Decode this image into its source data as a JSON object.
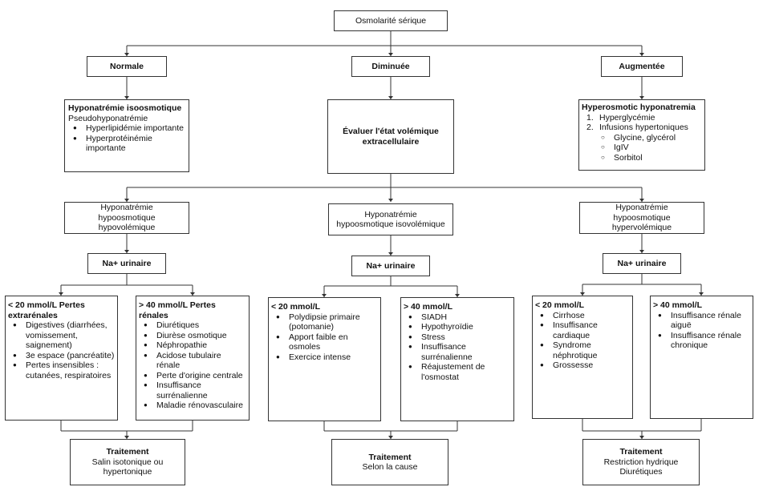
{
  "root": {
    "label": "Osmolarité sérique"
  },
  "level1": [
    {
      "label": "Normale"
    },
    {
      "label": "Diminuée"
    },
    {
      "label": "Augmentée"
    }
  ],
  "iso": {
    "title": "Hyponatrémie isoosmotique",
    "subtitle": "Pseudohyponatrémie",
    "items": [
      "Hyperlipidémie importante",
      "Hyperprotéinémie importante"
    ]
  },
  "evaluate": {
    "label": "Évaluer l'état volémique extracellulaire"
  },
  "hyper": {
    "title": "Hyperosmotic hyponatremia",
    "items": [
      {
        "num": "1.",
        "label": "Hyperglycémie"
      },
      {
        "num": "2.",
        "label": "Infusions hypertoniques"
      }
    ],
    "subitems": [
      "Glycine, glycérol",
      "IgIV",
      "Sorbitol"
    ]
  },
  "branches": [
    {
      "title": "Hyponatrémie hypoosmotique hypovolémique",
      "urine": "Na+ urinaire",
      "low": {
        "title": "< 20 mmol/L Pertes extrarénales",
        "items": [
          "Digestives (diarrhées, vomissement, saignement)",
          "3e espace (pancréatite)",
          "Pertes insensibles : cutanées, respiratoires"
        ]
      },
      "high": {
        "title": "> 40 mmol/L Pertes rénales",
        "items": [
          "Diurétiques",
          "Diurèse osmotique",
          "Néphropathie",
          "Acidose tubulaire rénale",
          "Perte d'origine centrale",
          "Insuffisance surrénalienne",
          "Maladie rénovasculaire"
        ]
      },
      "treatment": {
        "title": "Traitement",
        "lines": [
          "Salin isotonique ou hypertonique"
        ]
      }
    },
    {
      "title": "Hyponatrémie hypoosmotique isovolémique",
      "urine": "Na+ urinaire",
      "low": {
        "title": "< 20 mmol/L",
        "items": [
          "Polydipsie primaire (potomanie)",
          "Apport faible en osmoles",
          "Exercice intense"
        ]
      },
      "high": {
        "title": "> 40 mmol/L",
        "items": [
          "SIADH",
          "Hypothyroïdie",
          "Stress",
          "Insuffisance surrénalienne",
          "Réajustement de l'osmostat"
        ]
      },
      "treatment": {
        "title": "Traitement",
        "lines": [
          "Selon la cause"
        ]
      }
    },
    {
      "title": "Hyponatrémie hypoosmotique hypervolémique",
      "urine": "Na+ urinaire",
      "low": {
        "title": "< 20 mmol/L",
        "items": [
          "Cirrhose",
          "Insuffisance cardiaque",
          "Syndrome néphrotique",
          "Grossesse"
        ]
      },
      "high": {
        "title": "> 40 mmol/L",
        "items": [
          "Insuffisance rénale aiguë",
          "Insuffisance rénale chronique"
        ]
      },
      "treatment": {
        "title": "Traitement",
        "lines": [
          "Restriction hydrique",
          "Diurétiques"
        ]
      }
    }
  ]
}
